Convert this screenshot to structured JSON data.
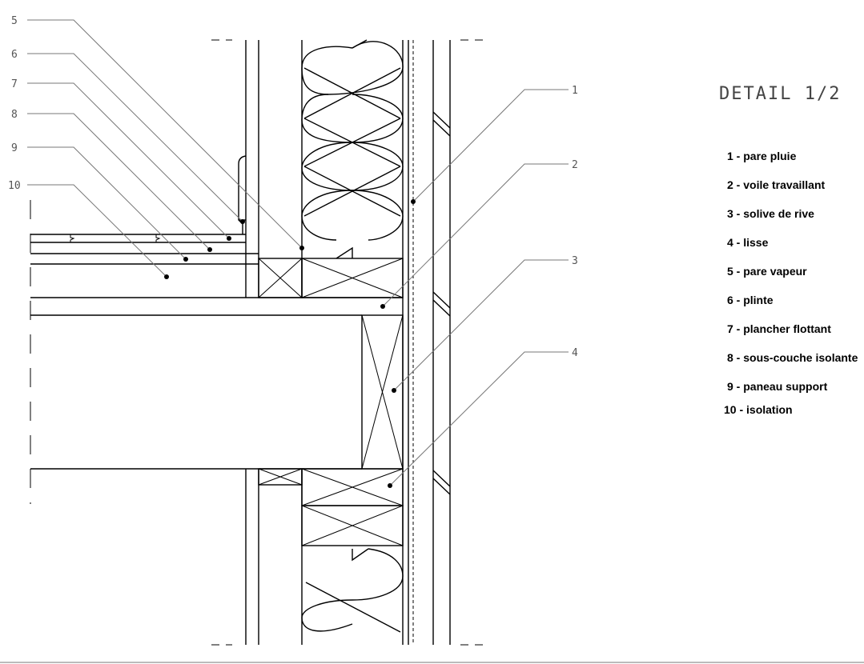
{
  "title": "DETAIL 1/2",
  "callouts": [
    "1",
    "2",
    "3",
    "4",
    "5",
    "6",
    "7",
    "8",
    "9",
    "10"
  ],
  "legend": [
    "1 - pare pluie",
    "2 - voile travaillant",
    "3 - solive de rive",
    "4 - lisse",
    "5 - pare vapeur",
    "6 - plinte",
    "7 - plancher flottant",
    "8 - sous-couche isolante",
    "9 - paneau support",
    "10 - isolation"
  ]
}
